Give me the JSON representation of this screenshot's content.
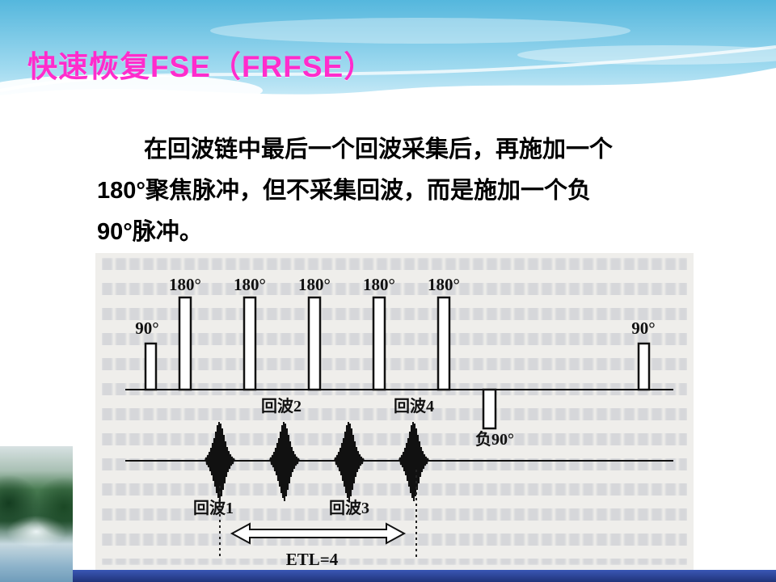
{
  "slide": {
    "title": "快速恢复FSE（FRFSE）",
    "body_lines": [
      "在回波链中最后一个回波采集后，再施加一个",
      "180°聚焦脉冲，但不采集回波，而是施加一个负",
      "90°脉冲。"
    ]
  },
  "diagram": {
    "rf_pulses": {
      "left_90": "90°",
      "refocus_180": [
        "180°",
        "180°",
        "180°",
        "180°",
        "180°"
      ],
      "right_90": "90°",
      "neg_90": "负90°"
    },
    "echo_labels": {
      "echo1": "回波1",
      "echo2": "回波2",
      "echo3": "回波3",
      "echo4": "回波4"
    },
    "etl": "ETL=4"
  },
  "colors": {
    "title": "#ff2ccc",
    "body_text": "#000000",
    "figure_background": "#efeeeb",
    "bottom_bar": "#27418e",
    "sky": "#55b7dd"
  }
}
